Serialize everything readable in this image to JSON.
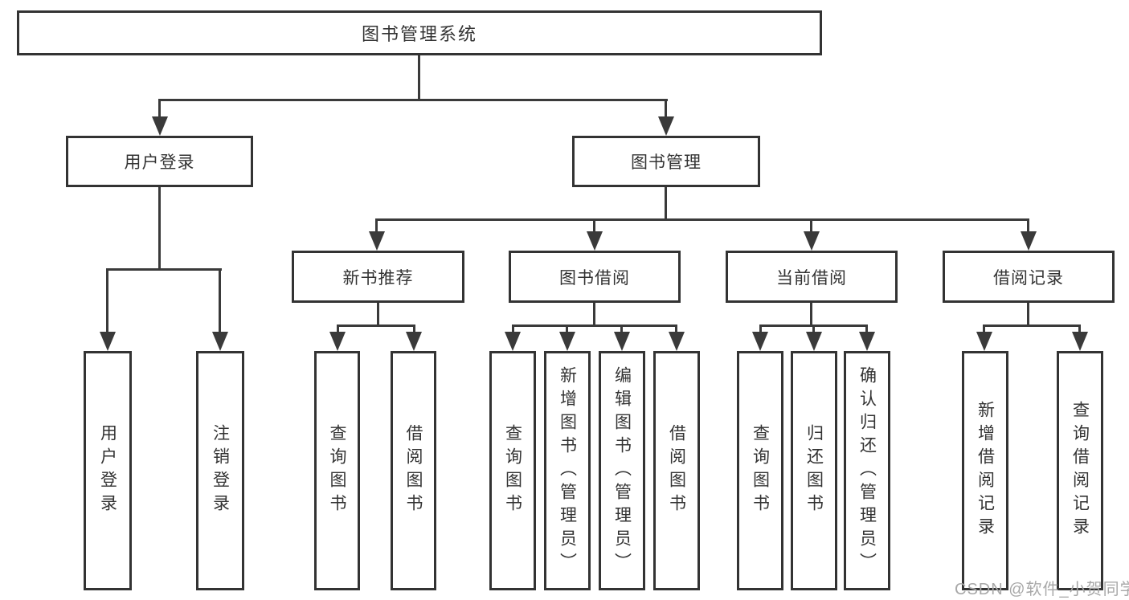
{
  "diagram": {
    "root": {
      "label": "图书管理系统"
    },
    "level2": [
      {
        "label": "用户登录"
      },
      {
        "label": "图书管理"
      }
    ],
    "level3": [
      {
        "label": "新书推荐"
      },
      {
        "label": "图书借阅"
      },
      {
        "label": "当前借阅"
      },
      {
        "label": "借阅记录"
      }
    ],
    "leaves": [
      {
        "label": "用户登录"
      },
      {
        "label": "注销登录"
      },
      {
        "label": "查询图书"
      },
      {
        "label": "借阅图书"
      },
      {
        "label": "查询图书"
      },
      {
        "label": "新增图书（管理员）"
      },
      {
        "label": "编辑图书（管理员）"
      },
      {
        "label": "借阅图书"
      },
      {
        "label": "查询图书"
      },
      {
        "label": "归还图书"
      },
      {
        "label": "确认归还（管理员）"
      },
      {
        "label": "新增借阅记录"
      },
      {
        "label": "查询借阅记录"
      }
    ],
    "watermark": "CSDN @软件_小贺同学",
    "colors": {
      "line": "#3a3a3a",
      "border": "#333333",
      "text": "#333333",
      "watermark": "#a8a8a8",
      "background": "#ffffff"
    }
  }
}
